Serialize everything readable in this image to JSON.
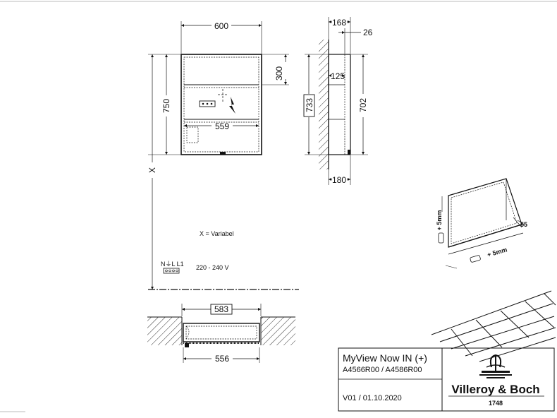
{
  "front_view": {
    "width_label": "600",
    "height_label": "750",
    "upper_height_label": "300",
    "inner_width_label": "559",
    "variable_label": "X"
  },
  "side_view": {
    "depth_top_label": "168",
    "offset_label": "26",
    "shelf_label": "125",
    "outer_height_label": "733",
    "inner_height_label": "702",
    "depth_bottom_label": "180"
  },
  "top_view": {
    "outer_width_label": "583",
    "inner_width_label": "556"
  },
  "legend": {
    "variable_note": "X = Variabel",
    "terminal_label": "N⏚L L1",
    "voltage": "220 - 240 V"
  },
  "install_detail": {
    "offset_vertical": "+ 5mm",
    "offset_horizontal": "+ 5mm",
    "gap_label": "55"
  },
  "title_block": {
    "product_name": "MyView Now IN (+)",
    "article_numbers": "A4566R00 / A4586R00",
    "version": "V01 / 01.10.2020",
    "brand": "Villeroy & Boch",
    "brand_year": "1748"
  },
  "colors": {
    "line": "#111111",
    "hatch": "#333333",
    "background": "#ffffff"
  }
}
